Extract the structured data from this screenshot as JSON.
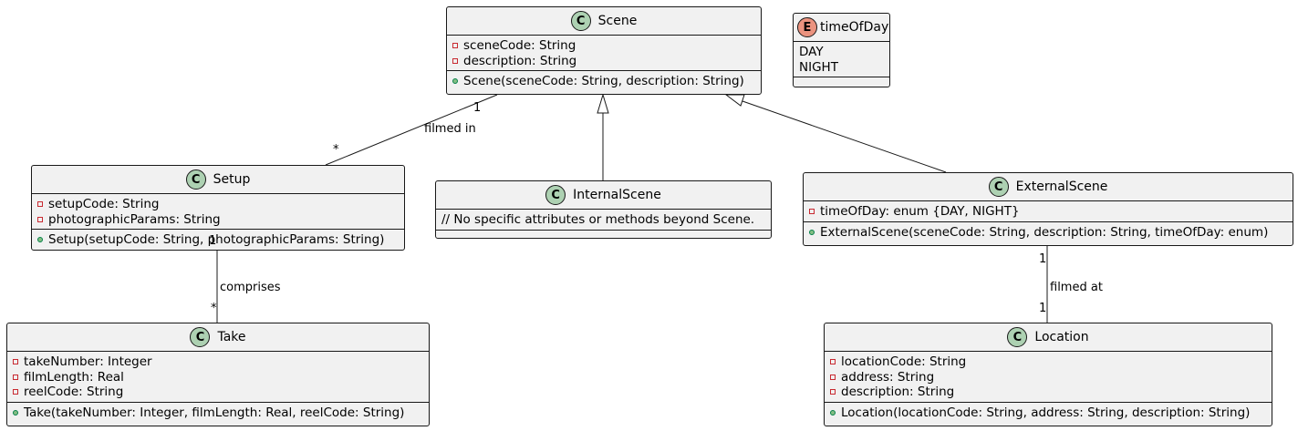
{
  "classes": {
    "scene": {
      "name": "Scene",
      "attributes": [
        {
          "vis": "private",
          "text": "sceneCode: String"
        },
        {
          "vis": "private",
          "text": "description: String"
        }
      ],
      "methods": [
        {
          "vis": "public",
          "text": "Scene(sceneCode: String, description: String)"
        }
      ]
    },
    "timeofday": {
      "name": "timeOfDay",
      "badge": "E",
      "values": [
        "DAY",
        "NIGHT"
      ]
    },
    "setup": {
      "name": "Setup",
      "attributes": [
        {
          "vis": "private",
          "text": "setupCode: String"
        },
        {
          "vis": "private",
          "text": "photographicParams: String"
        }
      ],
      "methods": [
        {
          "vis": "public",
          "text": "Setup(setupCode: String, photographicParams: String)"
        }
      ]
    },
    "internalscene": {
      "name": "InternalScene",
      "note": "// No specific attributes or methods beyond Scene."
    },
    "externalscene": {
      "name": "ExternalScene",
      "attributes": [
        {
          "vis": "private",
          "text": "timeOfDay: enum {DAY, NIGHT}"
        }
      ],
      "methods": [
        {
          "vis": "public",
          "text": "ExternalScene(sceneCode: String, description: String, timeOfDay: enum)"
        }
      ]
    },
    "take": {
      "name": "Take",
      "attributes": [
        {
          "vis": "private",
          "text": "takeNumber: Integer"
        },
        {
          "vis": "private",
          "text": "filmLength: Real"
        },
        {
          "vis": "private",
          "text": "reelCode: String"
        }
      ],
      "methods": [
        {
          "vis": "public",
          "text": "Take(takeNumber: Integer, filmLength: Real, reelCode: String)"
        }
      ]
    },
    "location": {
      "name": "Location",
      "attributes": [
        {
          "vis": "private",
          "text": "locationCode: String"
        },
        {
          "vis": "private",
          "text": "address: String"
        },
        {
          "vis": "private",
          "text": "description: String"
        }
      ],
      "methods": [
        {
          "vis": "public",
          "text": "Location(locationCode: String, address: String, description: String)"
        }
      ]
    }
  },
  "class_badge": "C",
  "relations": {
    "scene_setup": {
      "label": "filmed in",
      "from_mult": "1",
      "to_mult": "*"
    },
    "setup_take": {
      "label": "comprises",
      "from_mult": "1",
      "to_mult": "*"
    },
    "external_location": {
      "label": "filmed at",
      "from_mult": "1",
      "to_mult": "1"
    }
  },
  "colors": {
    "class_fill": "#f1f1f1",
    "border": "#181818",
    "class_badge": "#add1b2",
    "enum_badge": "#eb937f",
    "private_marker": "#c82930",
    "public_marker": "#84be84"
  }
}
